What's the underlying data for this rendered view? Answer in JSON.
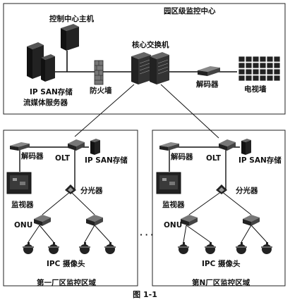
{
  "center": {
    "title": "园区级监控中心",
    "host": "控制中心主机",
    "core_switch": "核心交换机",
    "firewall": "防火墙",
    "decoder": "解码器",
    "video_wall": "电视墙",
    "storage_line1": "IP SAN存储",
    "storage_line2": "流媒体服务器"
  },
  "area1": {
    "decoder": "解码器",
    "olt": "OLT",
    "storage": "IP SAN存储",
    "monitor": "监视器",
    "splitter": "分光器",
    "onu": "ONU",
    "camera": "IPC 摄像头",
    "title": "第一厂区监控区域"
  },
  "area2": {
    "decoder": "解码器",
    "olt": "OLT",
    "storage": "IP SAN存储",
    "monitor": "监视器",
    "splitter": "分光器",
    "onu": "ONU",
    "camera": "IPC 摄像头",
    "title": "第N厂区监控区域"
  },
  "ellipsis": "· · ·",
  "caption": "图 1-1"
}
